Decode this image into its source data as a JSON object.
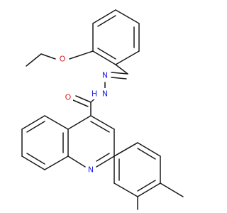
{
  "molecule": {
    "atoms": {
      "O_ether": {
        "label": "O",
        "color": "#e02020"
      },
      "N_imine": {
        "label": "N",
        "color": "#2020e0"
      },
      "N_amide": {
        "label": "N",
        "color": "#2020e0"
      },
      "H_amide": {
        "label": "H",
        "color": "#2020e0"
      },
      "O_carbonyl": {
        "label": "O",
        "color": "#e02020"
      },
      "N_quinoline": {
        "label": "N",
        "color": "#2020e0"
      }
    },
    "bond_color": "#1a1a1a"
  }
}
